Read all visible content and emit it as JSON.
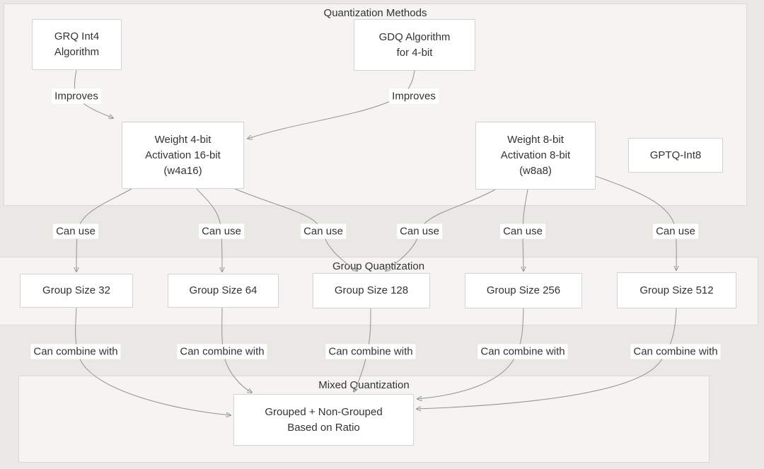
{
  "diagram": {
    "type": "flowchart",
    "colors": {
      "page_bg": "#eae8e4",
      "container_bg": "#f5f4f2",
      "container_border": "#dcdad6",
      "node_bg": "#ffffff",
      "node_border": "#d6d4d1",
      "edge": "#929292",
      "text": "#333333"
    }
  },
  "sections": [
    {
      "id": "quant-methods",
      "title": "Quantization Methods"
    },
    {
      "id": "group-quant",
      "title": "Group Quantization"
    },
    {
      "id": "mixed-quant",
      "title": "Mixed Quantization"
    }
  ],
  "nodes": {
    "grq": {
      "label": "GRQ Int4\nAlgorithm",
      "section": "Quantization Methods"
    },
    "gdq": {
      "label": "GDQ Algorithm\nfor 4-bit",
      "section": "Quantization Methods"
    },
    "w4a16": {
      "label": "Weight 4-bit\nActivation 16-bit\n(w4a16)",
      "section": "Quantization Methods"
    },
    "w8a8": {
      "label": "Weight 8-bit\nActivation 8-bit\n(w8a8)",
      "section": "Quantization Methods"
    },
    "gptq": {
      "label": "GPTQ-Int8",
      "section": "Quantization Methods"
    },
    "gs32": {
      "label": "Group Size 32",
      "section": "Group Quantization"
    },
    "gs64": {
      "label": "Group Size 64",
      "section": "Group Quantization"
    },
    "gs128": {
      "label": "Group Size 128",
      "section": "Group Quantization"
    },
    "gs256": {
      "label": "Group Size 256",
      "section": "Group Quantization"
    },
    "gs512": {
      "label": "Group Size 512",
      "section": "Group Quantization"
    },
    "mixed": {
      "label": "Grouped + Non-Grouped\nBased on Ratio",
      "section": "Mixed Quantization"
    }
  },
  "edges": [
    {
      "from": "grq",
      "to": "w4a16",
      "label": "Improves"
    },
    {
      "from": "gdq",
      "to": "w4a16",
      "label": "Improves"
    },
    {
      "from": "w4a16",
      "to": "gs32",
      "label": "Can use"
    },
    {
      "from": "w4a16",
      "to": "gs64",
      "label": "Can use"
    },
    {
      "from": "w4a16",
      "to": "gs128",
      "label": "Can use"
    },
    {
      "from": "w8a8",
      "to": "gs128",
      "label": "Can use"
    },
    {
      "from": "w8a8",
      "to": "gs256",
      "label": "Can use"
    },
    {
      "from": "w8a8",
      "to": "gs512",
      "label": "Can use"
    },
    {
      "from": "gs32",
      "to": "mixed",
      "label": "Can combine with"
    },
    {
      "from": "gs64",
      "to": "mixed",
      "label": "Can combine with"
    },
    {
      "from": "gs128",
      "to": "mixed",
      "label": "Can combine with"
    },
    {
      "from": "gs256",
      "to": "mixed",
      "label": "Can combine with"
    },
    {
      "from": "gs512",
      "to": "mixed",
      "label": "Can combine with"
    }
  ]
}
